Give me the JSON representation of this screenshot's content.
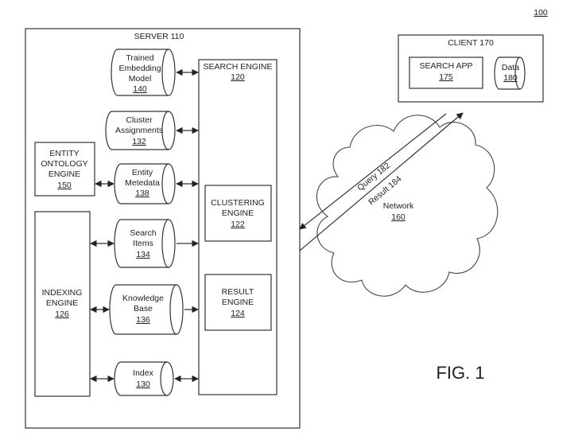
{
  "figure_ref": "100",
  "figure_label": "FIG. 1",
  "server": {
    "title": "SERVER 110"
  },
  "search_engine": {
    "title": "SEARCH ENGINE",
    "ref": "120"
  },
  "clustering_engine": {
    "line1": "CLUSTERING",
    "line2": "ENGINE",
    "ref": "122"
  },
  "result_engine": {
    "line1": "RESULT",
    "line2": "ENGINE",
    "ref": "124"
  },
  "entity_ontology_engine": {
    "line1": "ENTITY",
    "line2": "ONTOLOGY",
    "line3": "ENGINE",
    "ref": "150"
  },
  "indexing_engine": {
    "line1": "INDEXING",
    "line2": "ENGINE",
    "ref": "126"
  },
  "stores": {
    "trained_embedding_model": {
      "line1": "Trained",
      "line2": "Embedding",
      "line3": "Model",
      "ref": "140"
    },
    "cluster_assignments": {
      "line1": "Cluster",
      "line2": "Assignments",
      "ref": "132"
    },
    "entity_metadata": {
      "line1": "Entity",
      "line2": "Metedata",
      "ref": "138"
    },
    "search_items": {
      "line1": "Search",
      "line2": "Items",
      "ref": "134"
    },
    "knowledge_base": {
      "line1": "Knowledge",
      "line2": "Base",
      "ref": "136"
    },
    "index": {
      "line1": "Index",
      "ref": "130"
    }
  },
  "client": {
    "title": "CLIENT 170"
  },
  "search_app": {
    "title": "SEARCH APP",
    "ref": "175"
  },
  "client_data": {
    "line1": "Data",
    "ref": "180"
  },
  "network": {
    "line1": "Network",
    "ref": "160"
  },
  "query_label": "Query 182",
  "result_label": "Result 184"
}
